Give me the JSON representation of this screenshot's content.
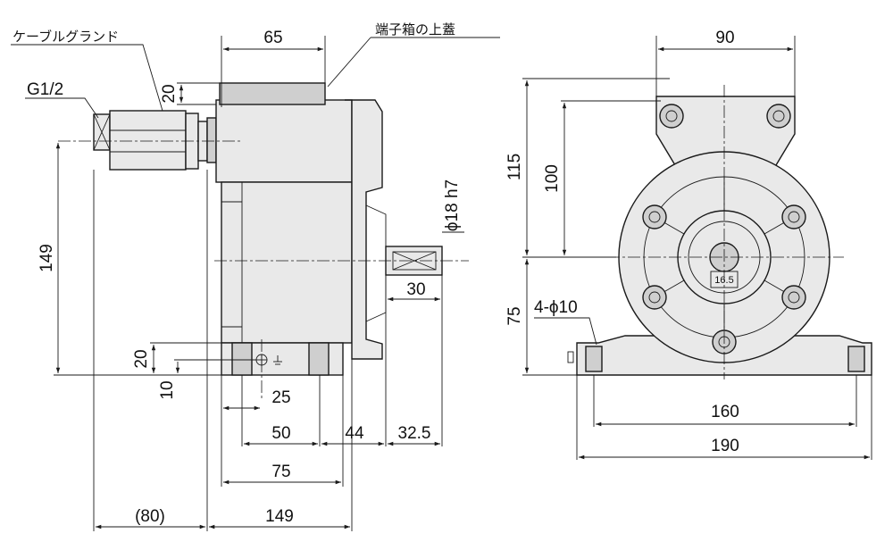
{
  "side_view": {
    "labels": {
      "cable_gland": "ケーブルグランド",
      "thread": "G1/2",
      "terminal_box_lid": "端子箱の上蓋",
      "shaft_dia": "ϕ18 h7"
    },
    "dims": {
      "box_width": "65",
      "box_height": "20",
      "axis_height": "149",
      "foot_height": "20",
      "foot_offset": "10",
      "hole_offset": "25",
      "foot_50": "50",
      "d44": "44",
      "d32_5": "32.5",
      "shaft_len": "30",
      "foot_75": "75",
      "gland_80": "(80)",
      "length_149": "149"
    }
  },
  "front_view": {
    "labels": {
      "holes": "4-ϕ10",
      "center_mark": "16.5"
    },
    "dims": {
      "top_width": "90",
      "height_115": "115",
      "height_100": "100",
      "height_75": "75",
      "holes_160": "160",
      "base_190": "190"
    }
  }
}
